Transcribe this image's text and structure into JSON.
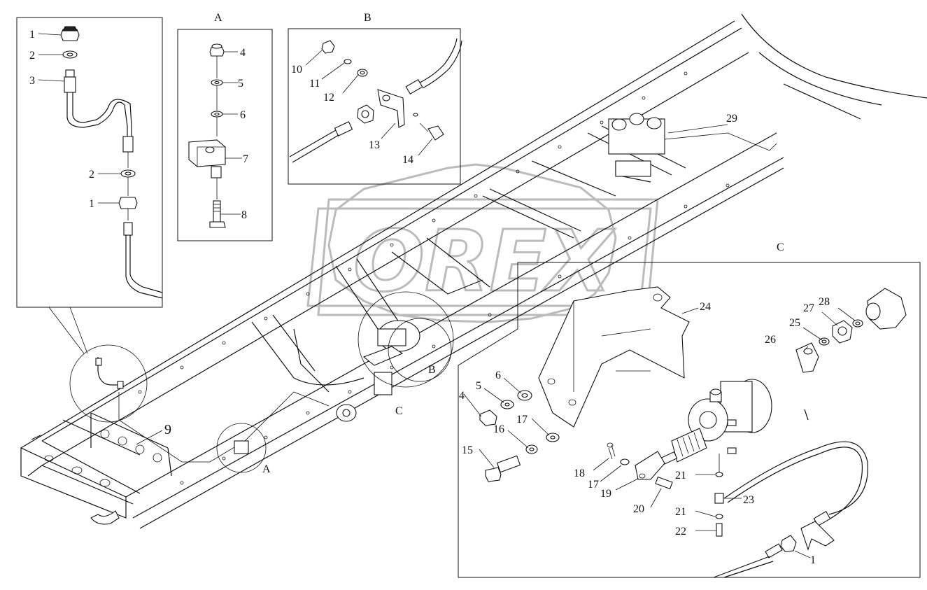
{
  "section_titles": {
    "a": "A",
    "b": "B",
    "c": "C"
  },
  "callouts": {
    "a": "A",
    "b": "B",
    "c": "C"
  },
  "main_label": "9",
  "inset_left": [
    "1",
    "2",
    "3",
    "2",
    "1"
  ],
  "inset_a": [
    "4",
    "5",
    "6",
    "7",
    "8"
  ],
  "inset_b": [
    "10",
    "11",
    "12",
    "13",
    "14"
  ],
  "inset_c": [
    "1",
    "5",
    "6",
    "15",
    "16",
    "17",
    "17",
    "18",
    "19",
    "20",
    "21",
    "21",
    "22",
    "23",
    "24",
    "25",
    "26",
    "27",
    "28"
  ],
  "frame_label": "29",
  "watermark": "OREX"
}
